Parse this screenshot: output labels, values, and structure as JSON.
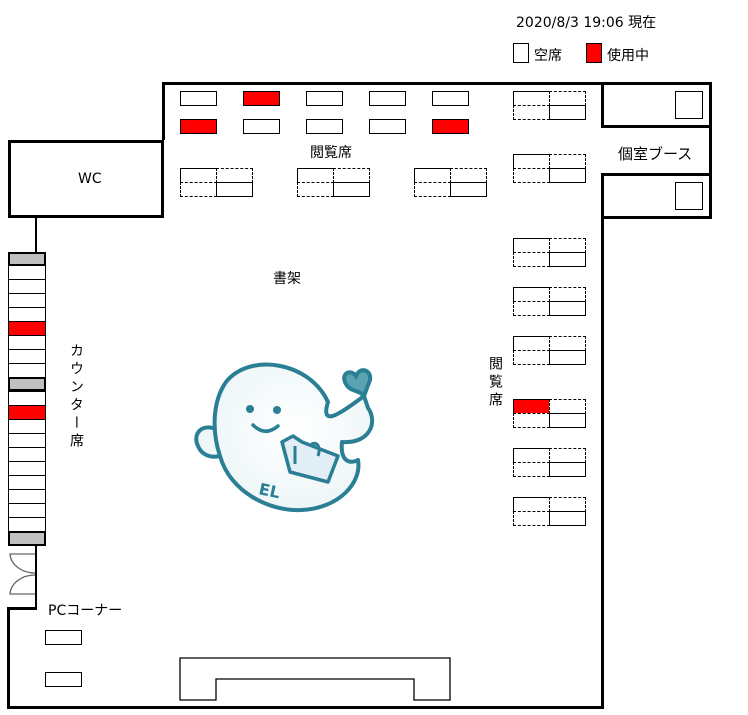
{
  "header": {
    "timestamp": "2020/8/3 19:06 現在"
  },
  "legend": {
    "vacant_label": "空席",
    "occupied_label": "使用中",
    "occupied_color": "#ff0000"
  },
  "labels": {
    "reading_top": "閲覧席",
    "reading_right": "閲覧席",
    "bookshelf": "書架",
    "wc": "WC",
    "private_booth": "個室ブース",
    "counter": "カウンター席",
    "pc_corner": "PCコーナー"
  },
  "mascot": {
    "letters": "EL"
  },
  "seats": {
    "top_single_row1": [
      "vacant",
      "occupied",
      "vacant",
      "vacant",
      "vacant"
    ],
    "top_single_row2": [
      "occupied",
      "vacant",
      "vacant",
      "vacant",
      "occupied"
    ],
    "top_groups": [
      [
        "vacant",
        "vacant",
        "vacant",
        "vacant"
      ],
      [
        "vacant",
        "vacant",
        "vacant",
        "vacant"
      ],
      [
        "vacant",
        "vacant",
        "vacant",
        "vacant"
      ]
    ],
    "right_groups": [
      [
        "vacant",
        "vacant",
        "vacant",
        "vacant"
      ],
      [
        "vacant",
        "vacant",
        "vacant",
        "vacant"
      ],
      [
        "vacant",
        "vacant",
        "vacant",
        "vacant"
      ],
      [
        "vacant",
        "vacant",
        "vacant",
        "vacant"
      ],
      [
        "vacant",
        "vacant",
        "vacant",
        "vacant"
      ],
      [
        "occupied",
        "vacant",
        "vacant",
        "vacant"
      ],
      [
        "vacant",
        "vacant",
        "vacant",
        "vacant"
      ],
      [
        "vacant",
        "vacant",
        "vacant",
        "vacant"
      ]
    ],
    "counter_upper": [
      "vacant",
      "vacant",
      "vacant",
      "vacant",
      "occupied",
      "vacant",
      "vacant",
      "vacant"
    ],
    "counter_lower": [
      "vacant",
      "occupied",
      "vacant",
      "vacant",
      "vacant",
      "vacant",
      "vacant",
      "vacant",
      "vacant",
      "vacant"
    ],
    "pc": [
      "vacant",
      "vacant"
    ]
  }
}
